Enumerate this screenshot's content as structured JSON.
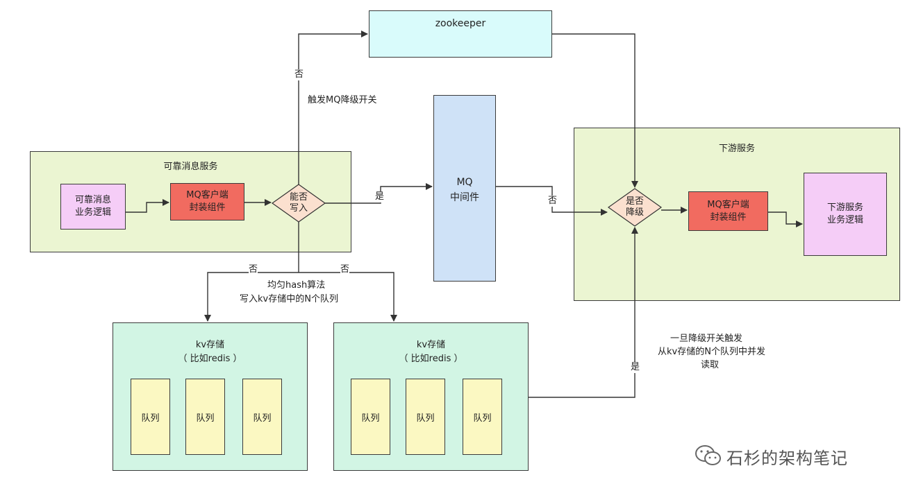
{
  "colors": {
    "green_group": "#ebf5d2",
    "teal_group": "#d2f5e4",
    "zookeeper": "#d9fbfb",
    "mq_middleware": "#cfe2f7",
    "red_component": "#f16b60",
    "purple_logic": "#f5cdf7",
    "yellow_queue": "#fbf8c2",
    "diamond": "#fbe0cf"
  },
  "zookeeper": {
    "label": "zookeeper"
  },
  "reliable_service": {
    "title": "可靠消息服务",
    "logic_line1": "可靠消息",
    "logic_line2": "业务逻辑",
    "client_line1": "MQ客户端",
    "client_line2": "封装组件",
    "decision_line1": "能否",
    "decision_line2": "写入"
  },
  "mq_middleware": {
    "line1": "MQ",
    "line2": "中间件"
  },
  "downstream_service": {
    "title": "下游服务",
    "decision_line1": "是否",
    "decision_line2": "降级",
    "client_line1": "MQ客户端",
    "client_line2": "封装组件",
    "logic_line1": "下游服务",
    "logic_line2": "业务逻辑"
  },
  "kv_store_left": {
    "line1": "kv存储",
    "line2": "（ 比如redis ）",
    "queues": [
      "队列",
      "队列",
      "队列"
    ]
  },
  "kv_store_right": {
    "line1": "kv存储",
    "line2": "（ 比如redis ）",
    "queues": [
      "队列",
      "队列",
      "队列"
    ]
  },
  "labels": {
    "no_up": "否",
    "trigger_switch": "触发MQ降级开关",
    "yes_mq": "是",
    "no_downstream": "否",
    "no_left": "否",
    "no_right": "否",
    "hash_line1": "均匀hash算法",
    "hash_line2": "写入kv存储中的N个队列",
    "yes_up": "是",
    "readback_line1": "一旦降级开关触发",
    "readback_line2": "从kv存储的N个队列中并发",
    "readback_line3": "读取"
  },
  "watermark": {
    "icon": "wechat-icon",
    "text": "石杉的架构笔记"
  }
}
